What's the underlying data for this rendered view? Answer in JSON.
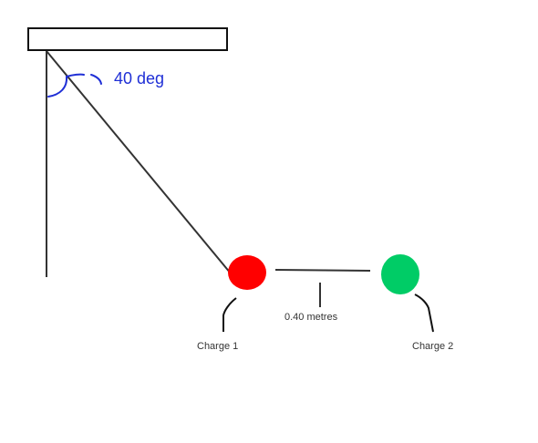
{
  "diagram": {
    "angle_label": "40 deg",
    "distance_label": "0.40 metres",
    "charge1_label": "Charge 1",
    "charge2_label": "Charge 2",
    "colors": {
      "charge1": "#ff0000",
      "charge2": "#00cc66",
      "angle_mark": "#1f2fd6",
      "lines": "#333333"
    }
  }
}
